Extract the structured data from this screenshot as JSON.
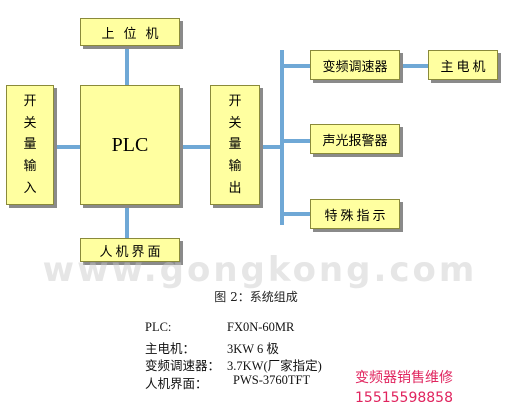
{
  "diagram": {
    "host": "上位机",
    "plc": "PLC",
    "hmi": "人机界面",
    "input": [
      "开",
      "关",
      "量",
      "输",
      "入"
    ],
    "output": [
      "开",
      "关",
      "量",
      "输",
      "出"
    ],
    "inverter": "变频调速器",
    "motor": "主电机",
    "alarm": "声光报警器",
    "indicator": "特殊指示",
    "colors": {
      "box_fill": "#ffffa0",
      "connector": "#6fa8d6"
    }
  },
  "watermark": "www.gongkong.com",
  "caption": "图 2：系统组成",
  "specs": [
    {
      "label": "PLC:",
      "value": "FX0N-60MR"
    },
    {
      "label": "主电机：",
      "value": "3KW 6 极"
    },
    {
      "label": "变频调速器：",
      "value": "3.7KW(厂家指定)"
    },
    {
      "label": "人机界面：",
      "value": "PWS-3760TFT"
    }
  ],
  "promo": {
    "line1": "变频器销售维修",
    "line2": "15515598858"
  }
}
